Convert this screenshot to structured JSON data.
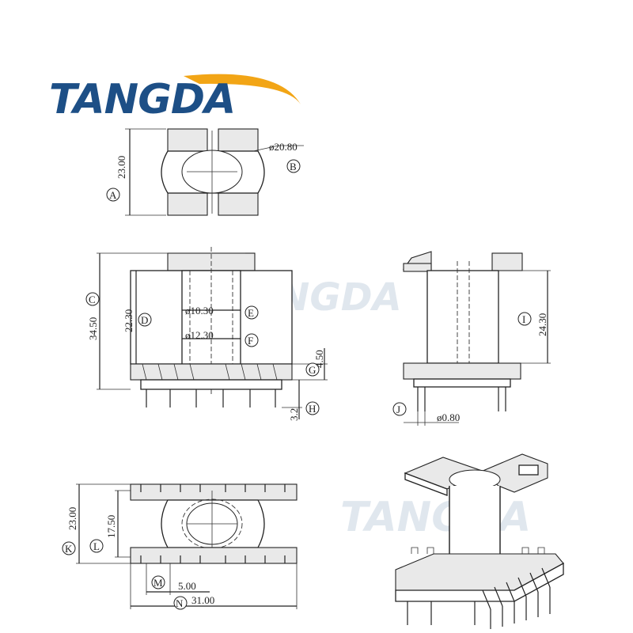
{
  "brand": {
    "name": "TANGDA",
    "text_color": "#1d4f86",
    "swoosh_color": "#f2a516"
  },
  "watermark": {
    "text": "TANGDA"
  },
  "dimensions": {
    "A": "23.00",
    "B": "ø20.80",
    "C": "34.50",
    "D": "22.30",
    "E": "ø10.30",
    "F": "ø12.30",
    "G": "4.50",
    "H": "3.2",
    "I": "24.30",
    "J": "ø0.80",
    "K": "23.00",
    "L": "17.50",
    "M": "5.00",
    "N": "31.00"
  },
  "labels": {
    "A": "A",
    "B": "B",
    "C": "C",
    "D": "D",
    "E": "E",
    "F": "F",
    "G": "G",
    "H": "H",
    "I": "I",
    "J": "J",
    "K": "K",
    "L": "L",
    "M": "M",
    "N": "N"
  }
}
